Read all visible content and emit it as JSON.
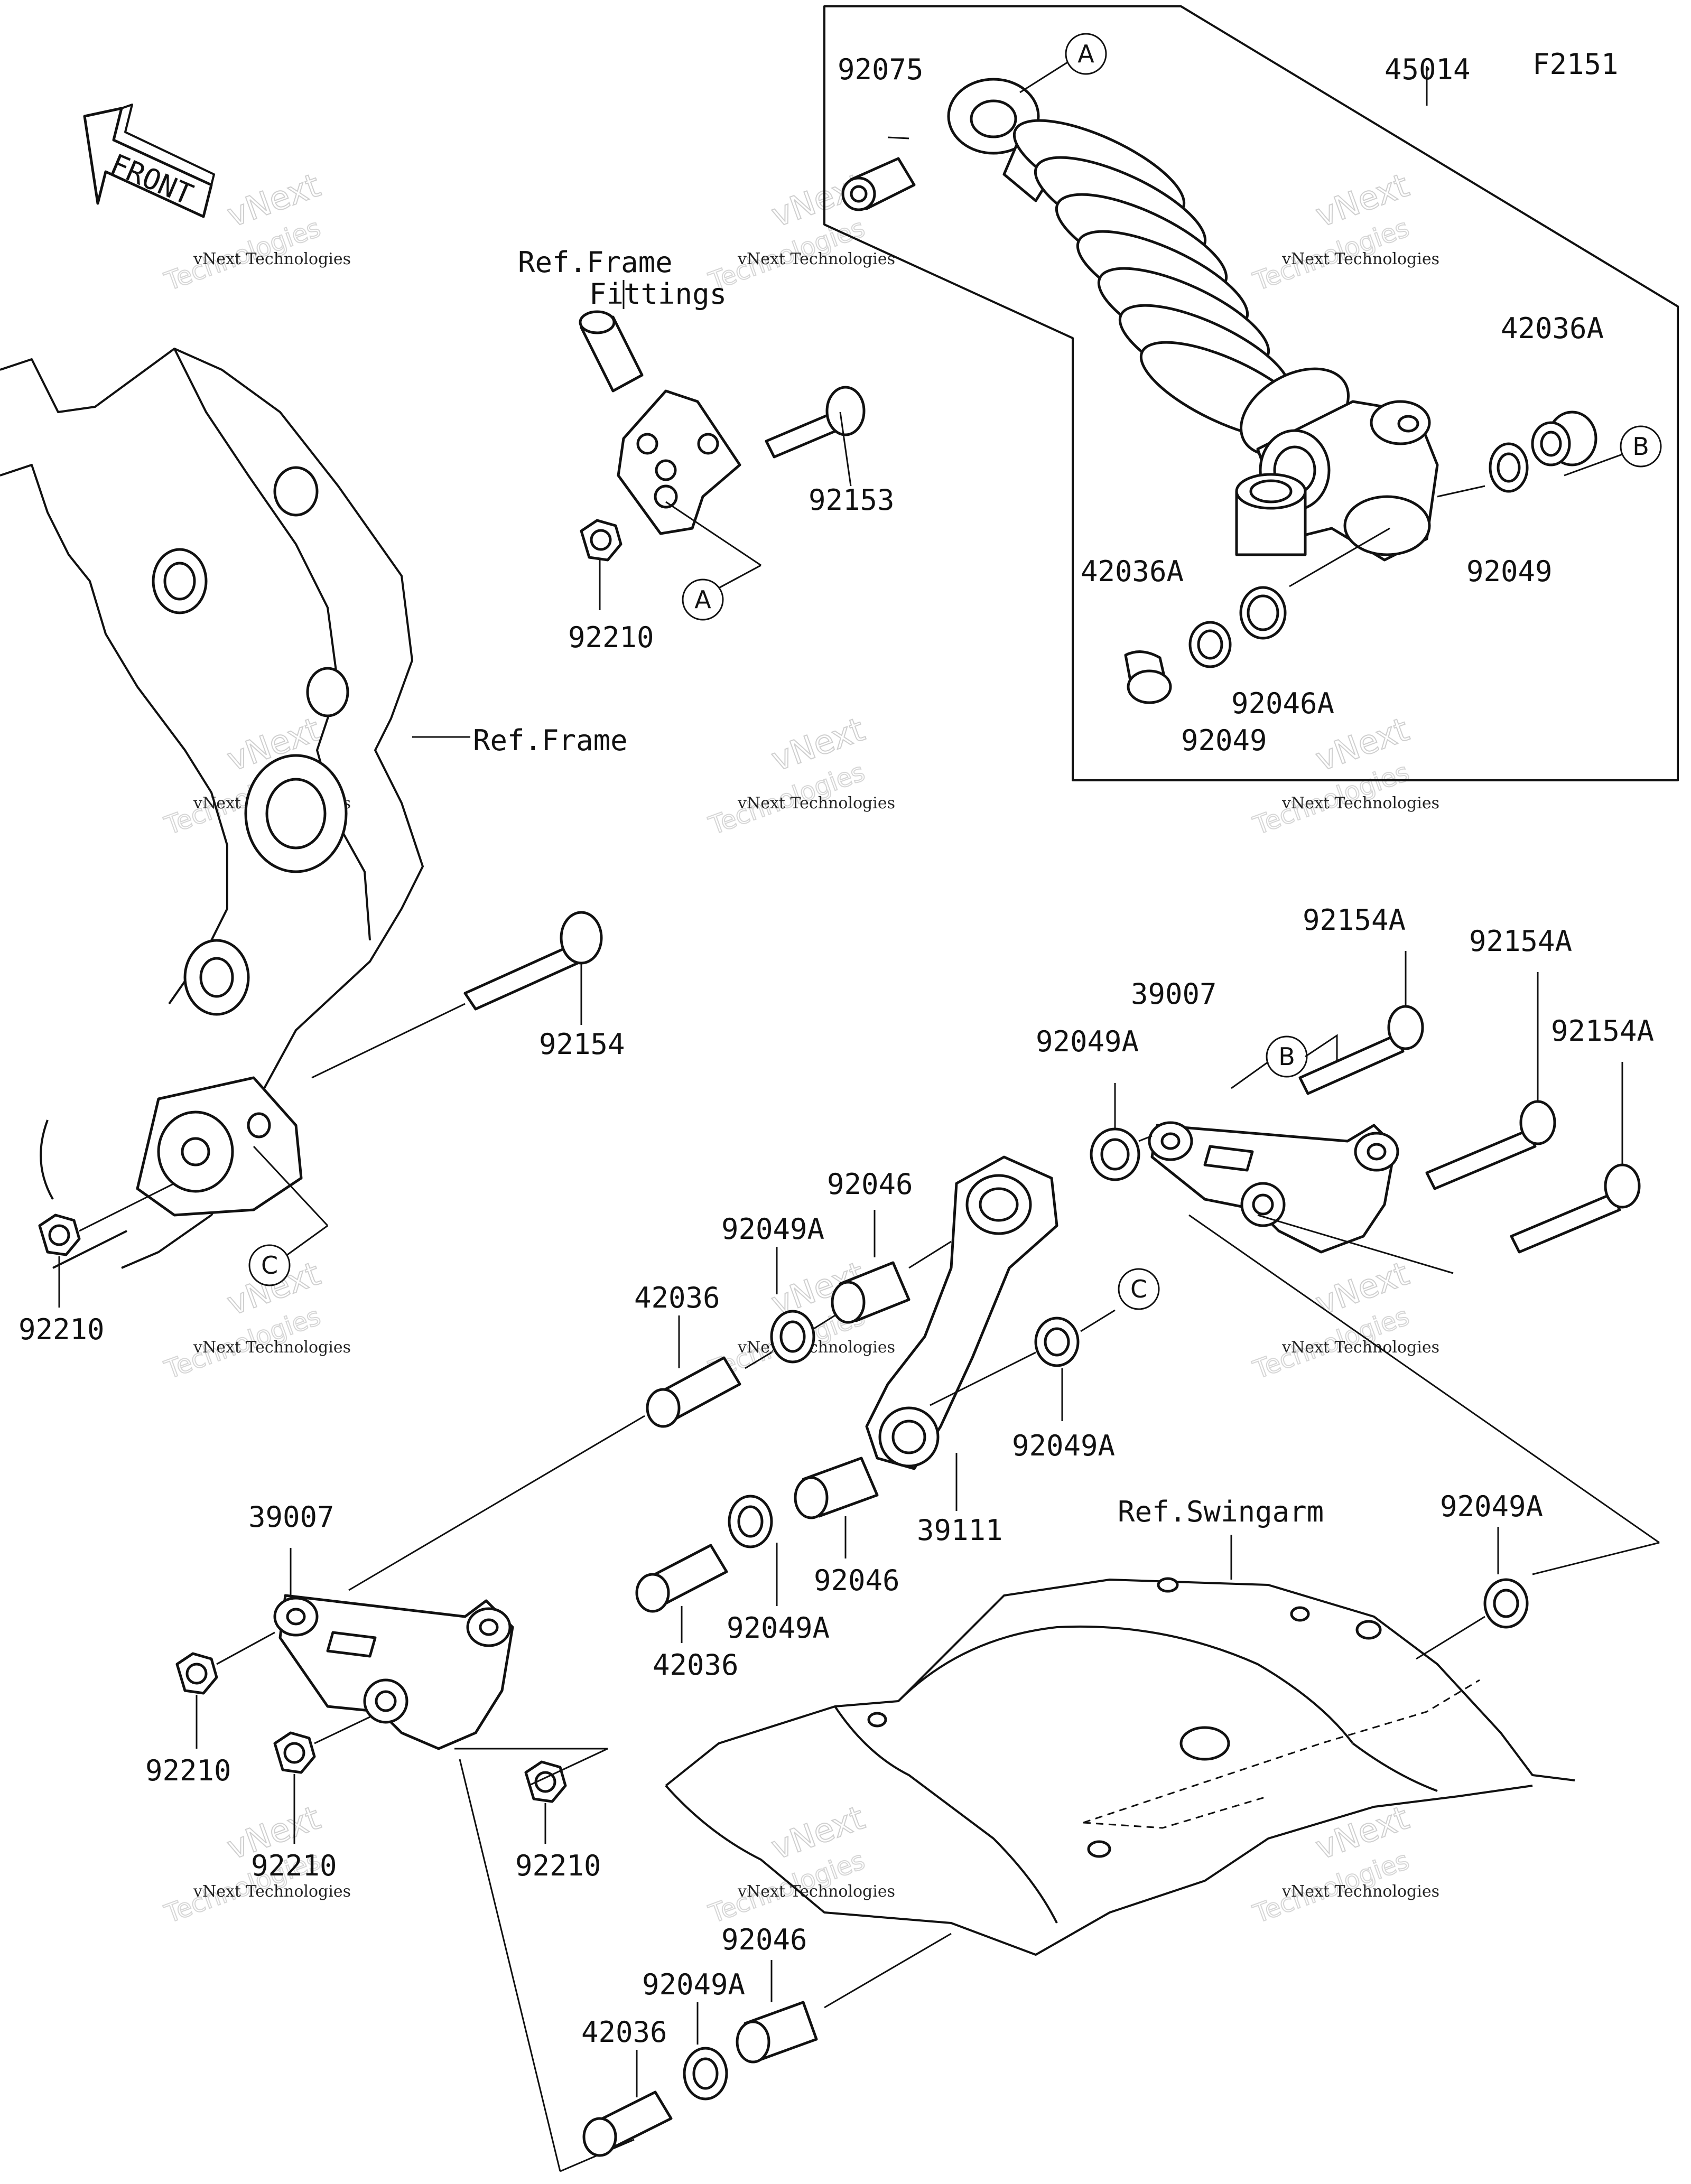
{
  "figure_code": "F2151",
  "front_arrow_text": "FRONT",
  "watermark": {
    "line1": "vNext Technologies",
    "line2": "vNext",
    "line3": "Technologies"
  },
  "callouts": {
    "a": "A",
    "b": "B",
    "c": "C"
  },
  "labels": {
    "p92075": "92075",
    "p45014": "45014",
    "p42036A_top": "42036A",
    "p42036A_low": "42036A",
    "p92049_right": "92049",
    "p92049_low": "92049",
    "p92046A": "92046A",
    "ref_frame_fittings_1": "Ref.Frame",
    "ref_frame_fittings_2": "Fittings",
    "p92153": "92153",
    "p92210_top": "92210",
    "ref_frame": "Ref.Frame",
    "p92154": "92154",
    "p92210_left": "92210",
    "p92154A_1": "92154A",
    "p92154A_2": "92154A",
    "p92154A_3": "92154A",
    "p39007_right": "39007",
    "p92049A_1": "92049A",
    "p92046_1": "92046",
    "p92049A_2": "92049A",
    "p42036_1": "42036",
    "p92049A_3": "92049A",
    "p39111": "39111",
    "p92046_2": "92046",
    "p92049A_4": "92049A",
    "p42036_2": "42036",
    "p39007_left": "39007",
    "ref_swingarm": "Ref.Swingarm",
    "p92049A_5": "92049A",
    "p92210_a": "92210",
    "p92210_b": "92210",
    "p92210_c": "92210",
    "p92046_3": "92046",
    "p92049A_6": "92049A",
    "p42036_3": "42036"
  }
}
